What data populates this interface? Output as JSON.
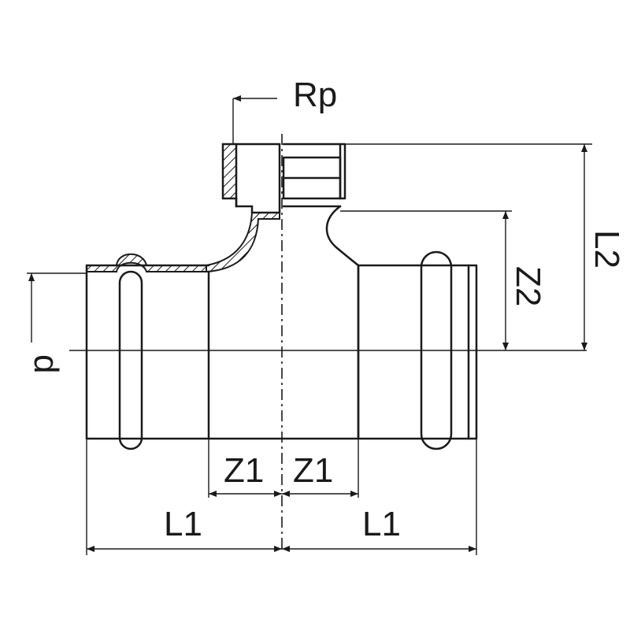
{
  "labels": {
    "rp": "Rp",
    "l2": "L2",
    "z2": "Z2",
    "d": "d",
    "z1_left": "Z1",
    "z1_right": "Z1",
    "l1_left": "L1",
    "l1_right": "L1"
  },
  "colors": {
    "line": "#1a1a1a",
    "background": "#ffffff"
  }
}
